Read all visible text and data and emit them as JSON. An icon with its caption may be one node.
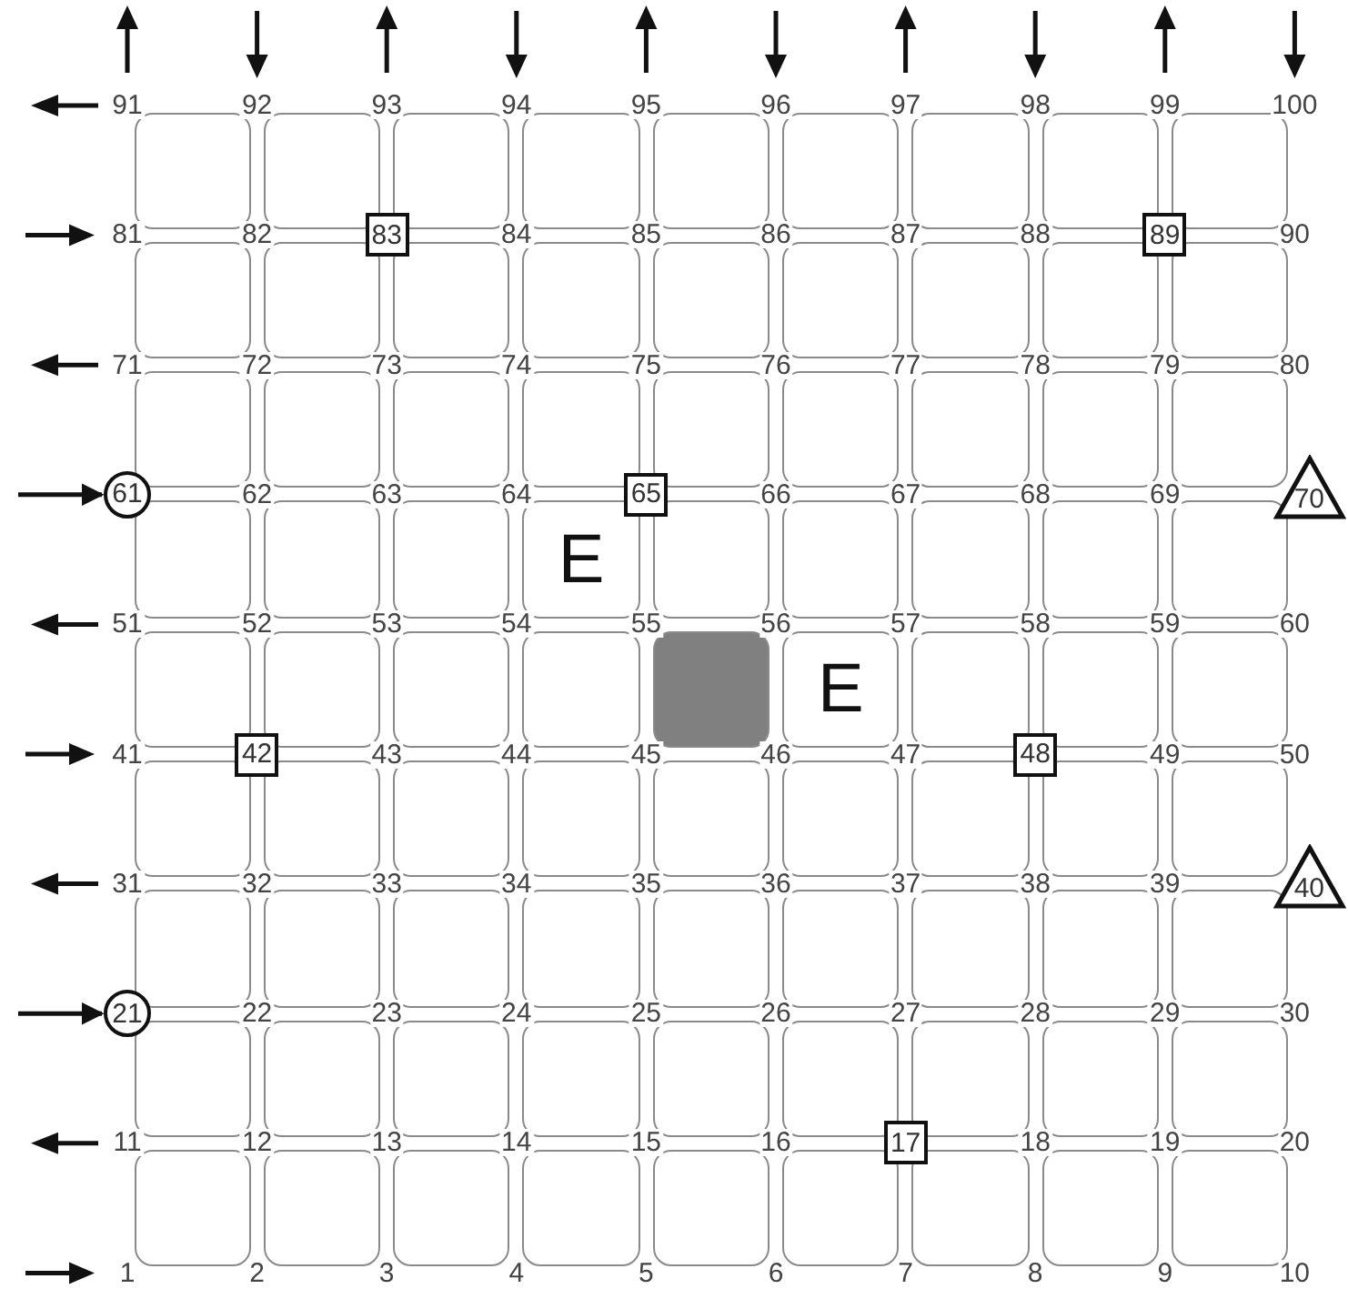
{
  "diagram": {
    "nodes": [
      {
        "text": [],
        "shape": "box"
      },
      {
        "text": [],
        "shape": "box"
      },
      {
        "text": [],
        "shape": "box"
      },
      {
        "text": [],
        "shape": "box"
      },
      {
        "text": [],
        "shape": "box"
      },
      {
        "text": [],
        "shape": "box"
      },
      {
        "text": [],
        "shape": "box"
      },
      {
        "text": [],
        "shape": "box"
      },
      {
        "text": [],
        "shape": "box"
      },
      {
        "text": [],
        "shape": "box"
      },
      {
        "text": [],
        "shape": "box"
      },
      {
        "text": [],
        "shape": "box"
      },
      {
        "text": [],
        "shape": "box"
      },
      {
        "text": [],
        "shape": "box"
      },
      {
        "text": [],
        "shape": "box"
      },
      {
        "text": [],
        "shape": "box"
      },
      {
        "text": [],
        "shape": "box"
      },
      {
        "text": [],
        "shape": "box"
      },
      {
        "text": [],
        "shape": "box"
      },
      {
        "text": [],
        "shape": "box"
      },
      {
        "text": [],
        "shape": "box"
      },
      {
        "text": [],
        "shape": "box"
      },
      {
        "text": [],
        "shape": "box"
      },
      {
        "text": [],
        "shape": "box"
      },
      {
        "text": [],
        "shape": "box"
      },
      {
        "text": [],
        "shape": "box"
      },
      {
        "text": [],
        "shape": "box"
      },
      {
        "text": [],
        "shape": "box"
      },
      {
        "text": [],
        "shape": "box"
      },
      {
        "text": [],
        "shape": "box"
      },
      {
        "text": [
          "E"
        ]
      },
      {
        "text": [],
        "shape": "box"
      },
      {
        "text": [],
        "shape": "box"
      },
      {
        "text": [],
        "shape": "box"
      },
      {
        "text": [],
        "shape": "box"
      },
      {
        "text": [],
        "shape": "box"
      },
      {
        "text": [],
        "shape": "box"
      },
      {
        "text": [],
        "shape": "box"
      },
      {
        "text": [],
        "shape": "box"
      },
      {
        "text": [],
        "shape": "box"
      },
      {
        "text": [],
        "shape": "box"
      },
      {
        "text": [
          "E"
        ]
      },
      {
        "text": [],
        "shape": "box"
      },
      {
        "text": [],
        "shape": "box"
      },
      {
        "text": [],
        "shape": "box"
      },
      {
        "text": [],
        "shape": "box"
      },
      {
        "text": [],
        "shape": "box"
      },
      {
        "text": [],
        "shape": "box"
      },
      {
        "text": [],
        "shape": "box"
      },
      {
        "text": [],
        "shape": "box"
      },
      {
        "text": [],
        "shape": "box"
      },
      {
        "text": [],
        "shape": "box"
      },
      {
        "text": [],
        "shape": "box"
      },
      {
        "text": [],
        "shape": "box"
      },
      {
        "text": [],
        "shape": "box"
      },
      {
        "text": [],
        "shape": "box"
      },
      {
        "text": [],
        "shape": "box"
      },
      {
        "text": [],
        "shape": "box"
      },
      {
        "text": [],
        "shape": "box"
      },
      {
        "text": [],
        "shape": "box"
      },
      {
        "text": [],
        "shape": "box"
      },
      {
        "text": [],
        "shape": "box"
      },
      {
        "text": [],
        "shape": "box"
      },
      {
        "text": [],
        "shape": "box"
      },
      {
        "text": [],
        "shape": "box"
      },
      {
        "text": [],
        "shape": "box"
      },
      {
        "text": [],
        "shape": "box"
      },
      {
        "text": [],
        "shape": "box"
      },
      {
        "text": [],
        "shape": "box"
      },
      {
        "text": [],
        "shape": "box"
      },
      {
        "text": [],
        "shape": "box"
      },
      {
        "text": [],
        "shape": "box"
      },
      {
        "text": [],
        "shape": "box"
      },
      {
        "text": [],
        "shape": "box"
      },
      {
        "text": [],
        "shape": "box"
      },
      {
        "text": [],
        "shape": "box"
      },
      {
        "text": [],
        "shape": "box"
      },
      {
        "text": [],
        "shape": "box"
      },
      {
        "text": [],
        "shape": "box"
      },
      {
        "text": [],
        "shape": "box"
      },
      {
        "text": [],
        "shape": "box"
      },
      {
        "text": [
          "83"
        ]
      },
      {
        "text": [
          "89"
        ]
      },
      {
        "text": [
          "61"
        ]
      },
      {
        "text": [
          "65"
        ]
      },
      {
        "text": [
          "70"
        ]
      },
      {
        "text": [
          "42"
        ]
      },
      {
        "text": [
          "48"
        ]
      },
      {
        "text": [
          "40"
        ]
      },
      {
        "text": [
          "21"
        ]
      },
      {
        "text": [
          "17"
        ]
      }
    ],
    "edges": [
      {
        "from": null,
        "to": 83,
        "arrow": "to"
      },
      {
        "from": null,
        "to": 89,
        "arrow": "to"
      }
    ],
    "labels": [
      "91",
      "92",
      "93",
      "94",
      "95",
      "96",
      "97",
      "98",
      "99",
      "100",
      "81",
      "82",
      "84",
      "85",
      "86",
      "87",
      "88",
      "90",
      "71",
      "72",
      "73",
      "74",
      "75",
      "76",
      "77",
      "78",
      "79",
      "80",
      "62",
      "63",
      "64",
      "66",
      "67",
      "68",
      "69",
      "51",
      "52",
      "53",
      "54",
      "55",
      "56",
      "57",
      "58",
      "59",
      "60",
      "41",
      "43",
      "44",
      "45",
      "46",
      "47",
      "49",
      "50",
      "31",
      "32",
      "33",
      "34",
      "35",
      "36",
      "37",
      "38",
      "39",
      "22",
      "23",
      "24",
      "25",
      "26",
      "27",
      "28",
      "29",
      "30",
      "11",
      "12",
      "13",
      "14",
      "15",
      "16",
      "18",
      "19",
      "20",
      "1",
      "2",
      "3",
      "4",
      "5",
      "6",
      "7",
      "8",
      "9",
      "10"
    ]
  }
}
